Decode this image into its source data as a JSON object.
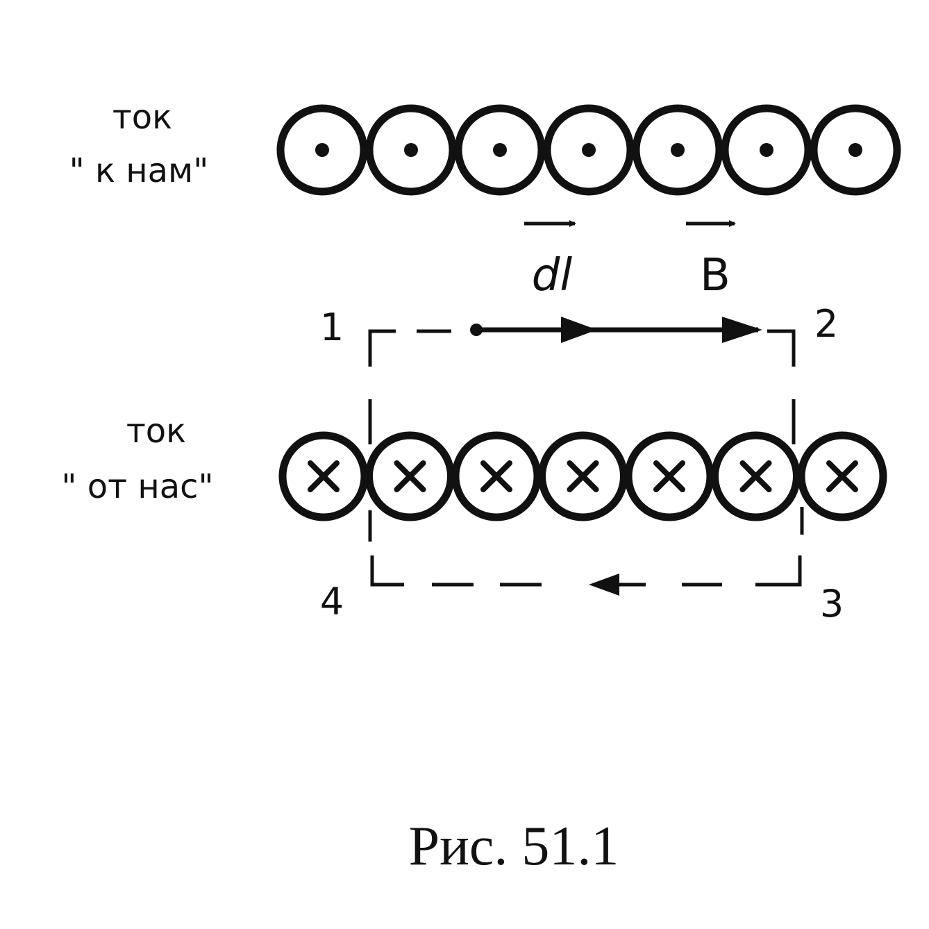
{
  "labels": {
    "top_current_line1": "ток",
    "top_current_line2": "\" к нам\"",
    "bottom_current_line1": "ток",
    "bottom_current_line2": "\" от нас\"",
    "vector_dl": "dl",
    "vector_b": "B",
    "corner_1": "1",
    "corner_2": "2",
    "corner_3": "3",
    "corner_4": "4",
    "caption": "Рис. 51.1"
  },
  "wires": {
    "top_count": 7,
    "top_symbol": "dot",
    "bottom_count": 7,
    "bottom_symbol": "cross"
  },
  "colors": {
    "ink": "#111111",
    "background": "#ffffff"
  }
}
